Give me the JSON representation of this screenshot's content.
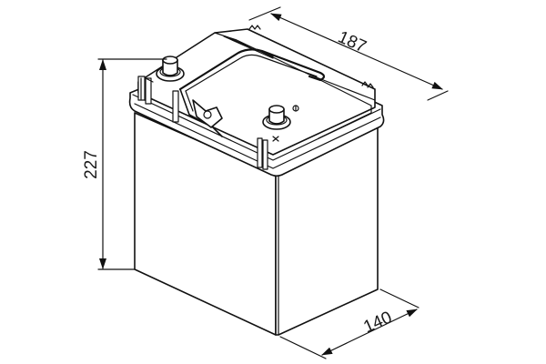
{
  "diagram": {
    "subject": "battery-isometric-outline",
    "colors": {
      "line": "#111111",
      "background": "#ffffff"
    },
    "dimensions": {
      "length": {
        "value": "187",
        "label": "187"
      },
      "height": {
        "value": "227",
        "label": "227"
      },
      "width": {
        "value": "140",
        "label": "140"
      }
    }
  }
}
